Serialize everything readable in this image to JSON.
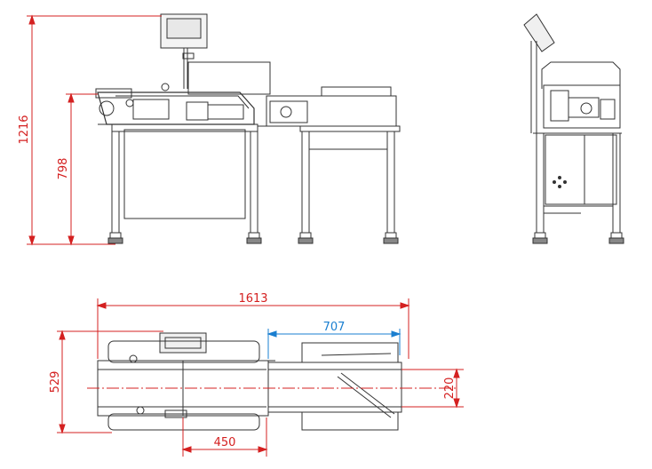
{
  "dimensions": {
    "overall_height": "1216",
    "working_height": "798",
    "overall_length": "1613",
    "reject_section_length": "707",
    "overall_width": "529",
    "belt_width": "220",
    "weighing_section_length": "450"
  },
  "colors": {
    "dimension_red": "#d42020",
    "dimension_blue": "#1a7fd0",
    "outline": "#333333",
    "centerline": "#d42020"
  }
}
